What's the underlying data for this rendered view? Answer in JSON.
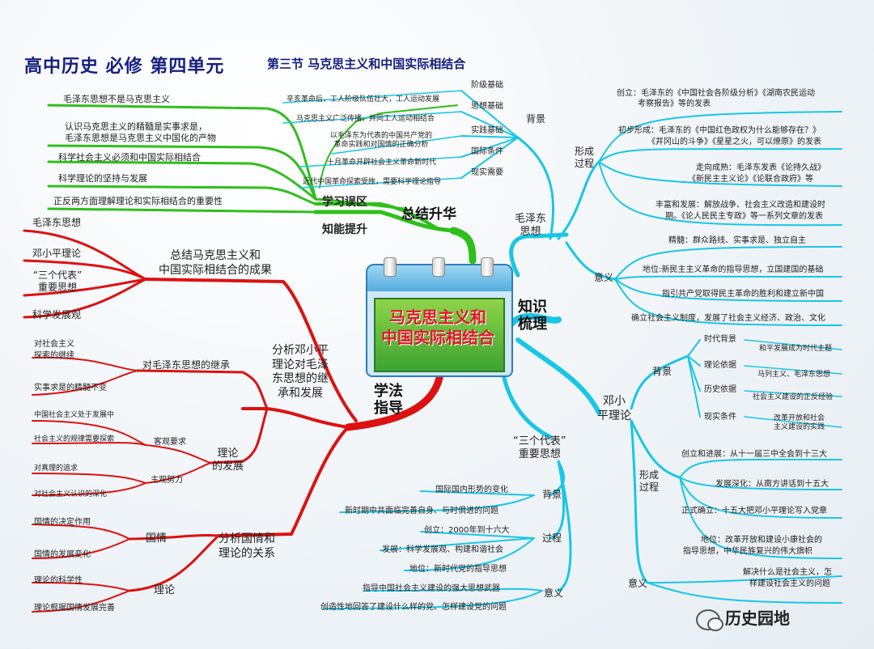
{
  "header": {
    "title": "高中历史   必修   第四单元",
    "subtitle": "第三节   马克思主义和中国实际相结合"
  },
  "center": {
    "line1": "马克思主义和",
    "line2": "中国实际相结合"
  },
  "branches": {
    "summary": {
      "label": "总结升华",
      "pitfalls": {
        "label": "学习误区",
        "items": [
          "毛泽东思想不是马克思主义",
          "认识马克思主义的精髓是实事求是，",
          "毛泽东思想是马克思主义中国化的产物"
        ]
      },
      "knowledge": {
        "label": "知能提升",
        "items": [
          "科学社会主义必须和中国实际相结合",
          "科学理论的坚持与发展",
          "正反两方面理解理论和实际相结合的重要性"
        ]
      }
    },
    "method": {
      "label_line1": "学法",
      "label_line2": "指导",
      "results": {
        "label_line1": "总结马克思主义和",
        "label_line2": "中国实际相结合的成果",
        "items": [
          "毛泽东思想",
          "邓小平理论",
          "“三个代表”",
          "重要思想",
          "科学发展观"
        ]
      },
      "deng_analysis": {
        "label_line1": "分析邓小平",
        "label_line2": "理论对毛泽",
        "label_line3": "东思想的继",
        "label_line4": "承和发展",
        "inherit": {
          "label": "对毛泽东思想的继承",
          "items": [
            "对社会主义",
            "探索的继续",
            "实事求是的精髓不变"
          ]
        },
        "develop": {
          "label_line1": "理论",
          "label_line2": "的发展",
          "objective": {
            "label": "客观要求",
            "items": [
              "中国社会主义处于发展中",
              "社会主义的规律需要探索"
            ]
          },
          "subjective": {
            "label": "主观努力",
            "items": [
              "对真理的追求",
              "对社会主义认识的深化"
            ]
          }
        }
      },
      "national": {
        "label_line1": "分析国情和",
        "label_line2": "理论的关系",
        "conditions": {
          "label": "国情",
          "items": [
            "国情的决定作用",
            "国情的发展变化"
          ]
        },
        "theory": {
          "label": "理论",
          "items": [
            "理论的科学性",
            "理论根据国情发展完善"
          ]
        }
      }
    },
    "knowledge_map": {
      "label_line1": "知识",
      "label_line2": "梳理",
      "mao": {
        "label_line1": "毛泽东",
        "label_line2": "思想",
        "background": {
          "label": "背景",
          "items": [
            {
              "label": "阶级基础",
              "detail": "辛亥革命后，工人阶级队伍壮大，工人运动发展"
            },
            {
              "label": "思想基础",
              "detail": "马克思主义广泛传播，并同工人运动相结合"
            },
            {
              "label": "实践基础",
              "detail1": "以毛泽东为代表的中国共产党的",
              "detail2": "革命实践和对国情的正确分析"
            },
            {
              "label": "国际条件",
              "detail": "十月革命开辟社会主义革命新时代"
            },
            {
              "label": "现实需要",
              "detail": "近代中国革命探索受挫，需要科学理论指导"
            }
          ]
        },
        "formation": {
          "label_line1": "形成",
          "label_line2": "过程",
          "items": [
            "创立：毛泽东的《中国社会各阶级分析》《湖南农民运动",
            "考察报告》等的发表",
            "初步形成：毛泽东的《中国红色政权为什么能够存在？》",
            "《井冈山的斗争》《星星之火，可以燎原》的发表",
            "走向成熟：毛泽东发表《论持久战》",
            "《新民主主义论》《论联合政府》等",
            "丰富和发展：解放战争、社会主义改造和建设时",
            "期。《论人民民主专政》等一系列文章的发表"
          ]
        },
        "significance": {
          "label": "意义",
          "items": [
            "精髓：群众路线、实事求是、独立自主",
            "地位:新民主主义革命的指导思想，立国建国的基础",
            "指引共产党取得民主革命的胜利和建立新中国",
            "确立社会主义制度，发展了社会主义经济、政治、文化"
          ]
        }
      },
      "deng": {
        "label_line1": "邓小",
        "label_line2": "平理论",
        "background": {
          "label": "背景",
          "items": [
            {
              "label": "时代背景",
              "detail": "和平发展成为时代主题"
            },
            {
              "label": "理论依据",
              "detail": "马列主义、毛泽东思想"
            },
            {
              "label": "历史依据",
              "detail": "社会主义建设的正反经验"
            },
            {
              "label": "现实条件",
              "detail1": "改革开放和社会",
              "detail2": "主义建设的实践"
            }
          ]
        },
        "formation": {
          "label_line1": "形成",
          "label_line2": "过程",
          "items": [
            "创立和进展：从十一届三中全会到十三大",
            "发展深化：从南方讲话到十五大",
            "正式确立：十五大把邓小平理论写入党章",
            "地位：改革开放和建设小康社会的",
            "指导思想，中华民族复兴的伟大旗帜"
          ]
        },
        "significance": {
          "label": "意义",
          "items": [
            "解决什么是社会主义，怎",
            "样建设社会主义的问题"
          ]
        }
      },
      "three_represents": {
        "label_line1": "“三个代表”",
        "label_line2": "重要思想",
        "background": {
          "label": "背景",
          "items": [
            "国际国内形势的变化",
            "新时期中共面临完善自身、与时俱进的问题"
          ]
        },
        "process": {
          "label": "过程",
          "items": [
            "创立：2000年到十六大",
            "发展：科学发展观、构建和谐社会",
            "地位：新时代党的指导思想"
          ]
        },
        "significance": {
          "label": "意义",
          "items": [
            "指导中国社会主义建设的强大思想武器",
            "创造性地回答了建设什么样的党、怎样建设党的问题"
          ]
        }
      }
    }
  },
  "watermark": {
    "text": "历史园地"
  },
  "colors": {
    "green": "#2fbf1a",
    "red": "#dd1111",
    "cyan": "#19c6e6",
    "title": "#16207f",
    "center_text": "#e4162b"
  }
}
